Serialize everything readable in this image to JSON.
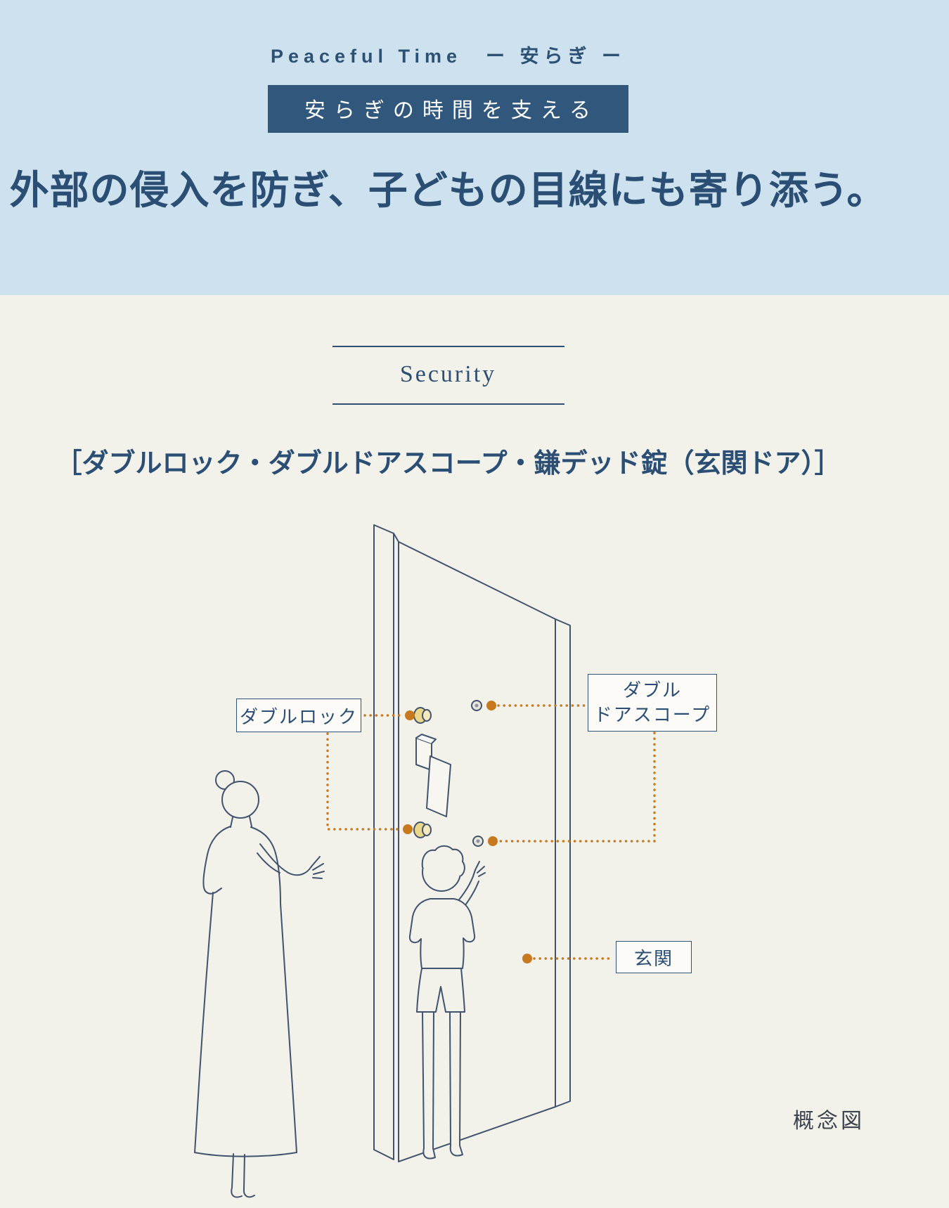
{
  "colors": {
    "hero_bg": "#cde2ee",
    "body_bg": "#f2f1ea",
    "badge_bg": "#31587c",
    "heading_text": "#2b4e74",
    "accent_orange": "#c6791f",
    "illustration_line": "#42536e",
    "callout_bg": "#fcfbf7",
    "lock_gold": "#ead789"
  },
  "hero": {
    "eyebrow": "Peaceful Time　ー 安らぎ ー",
    "badge": "安らぎの時間を支える",
    "title": "外部の侵入を防ぎ、子どもの目線にも寄り添う。"
  },
  "section": {
    "label": "Security",
    "subtitle": "［ダブルロック・ダブルドアスコープ・鎌デッド錠（玄関ドア）］"
  },
  "diagram": {
    "label_double_lock": "ダブルロック",
    "label_scope_line1": "ダブル",
    "label_scope_line2": "ドアスコープ",
    "label_entrance": "玄関",
    "caption": "概念図"
  }
}
